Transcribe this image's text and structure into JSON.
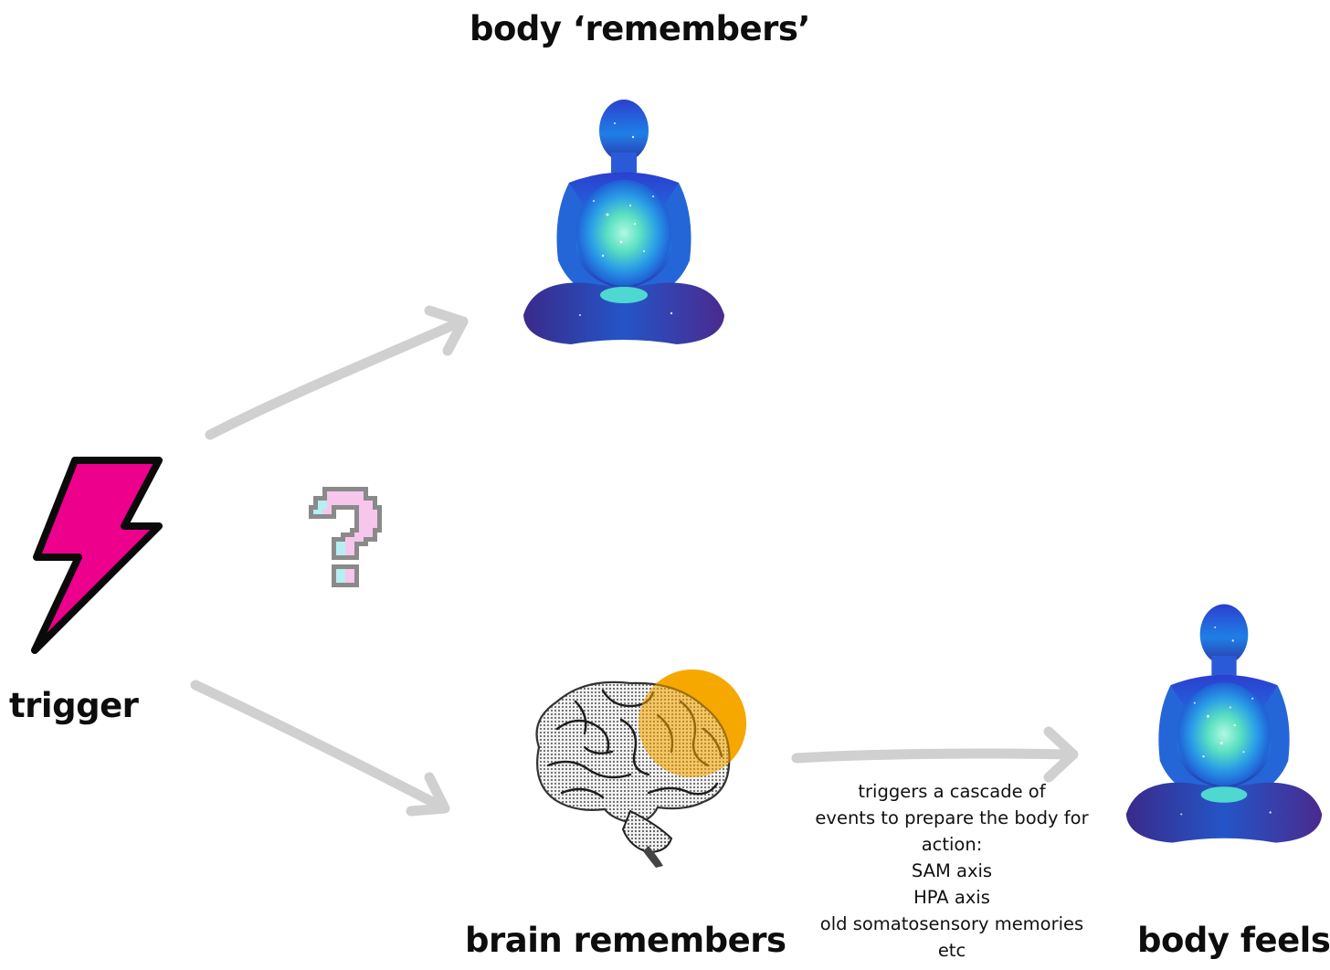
{
  "diagram": {
    "title_top": "body ‘remembers’",
    "trigger_label": "trigger",
    "brain_label": "brain remembers",
    "body_feels_label": "body feels",
    "cascade_note": {
      "lines": [
        "triggers a cascade of",
        "events to prepare the body for",
        "action:",
        "SAM axis",
        "HPA axis",
        "old somatosensory memories",
        "etc"
      ]
    },
    "icons": {
      "trigger": "lightning-bolt-icon",
      "question": "pixel-question-mark-icon",
      "body": "meditating-figure-icon",
      "brain": "brain-icon"
    },
    "colors": {
      "bolt": "#ec008c",
      "arrow": "#d0d0d0",
      "brain_highlight": "#f5a800",
      "figure_blue": "#1f5fd6",
      "figure_purple": "#3a2a8a",
      "figure_glow": "#7ff5c8"
    }
  }
}
